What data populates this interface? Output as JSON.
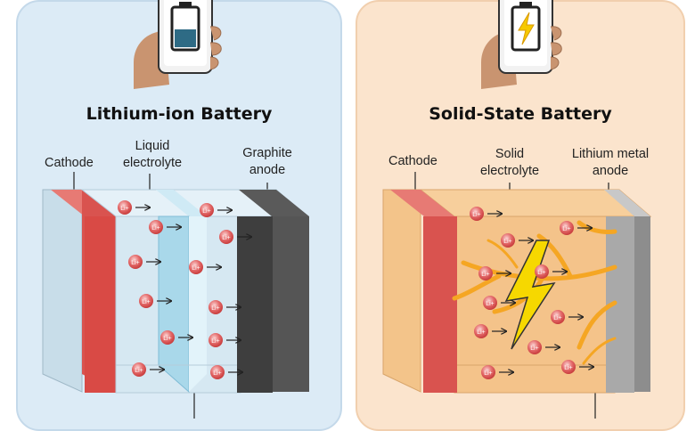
{
  "lithium_ion": {
    "title": "Lithium-ion Battery",
    "labels": {
      "cathode": "Cathode",
      "electrolyte_line1": "Liquid",
      "electrolyte_line2": "electrolyte",
      "anode_line1": "Graphite",
      "anode_line2": "anode"
    },
    "phone_charge_icon": "battery-half-icon",
    "colors": {
      "panel": "#dcebf6",
      "cathode": "#d9534f",
      "anode": "#4a4a4a",
      "separator": "#a9d8ea"
    }
  },
  "solid_state": {
    "title": "Solid-State Battery",
    "labels": {
      "cathode": "Cathode",
      "electrolyte_line1": "Solid",
      "electrolyte_line2": "electrolyte",
      "anode_line1": "Lithium metal",
      "anode_line2": "anode"
    },
    "phone_charge_icon": "lightning-bolt-icon",
    "colors": {
      "panel": "#fbe4cd",
      "cathode": "#d9534f",
      "anode": "#a9a9a9",
      "dendrite": "#f5a623",
      "bolt": "#f6c900"
    }
  },
  "ion_label": "Li+"
}
